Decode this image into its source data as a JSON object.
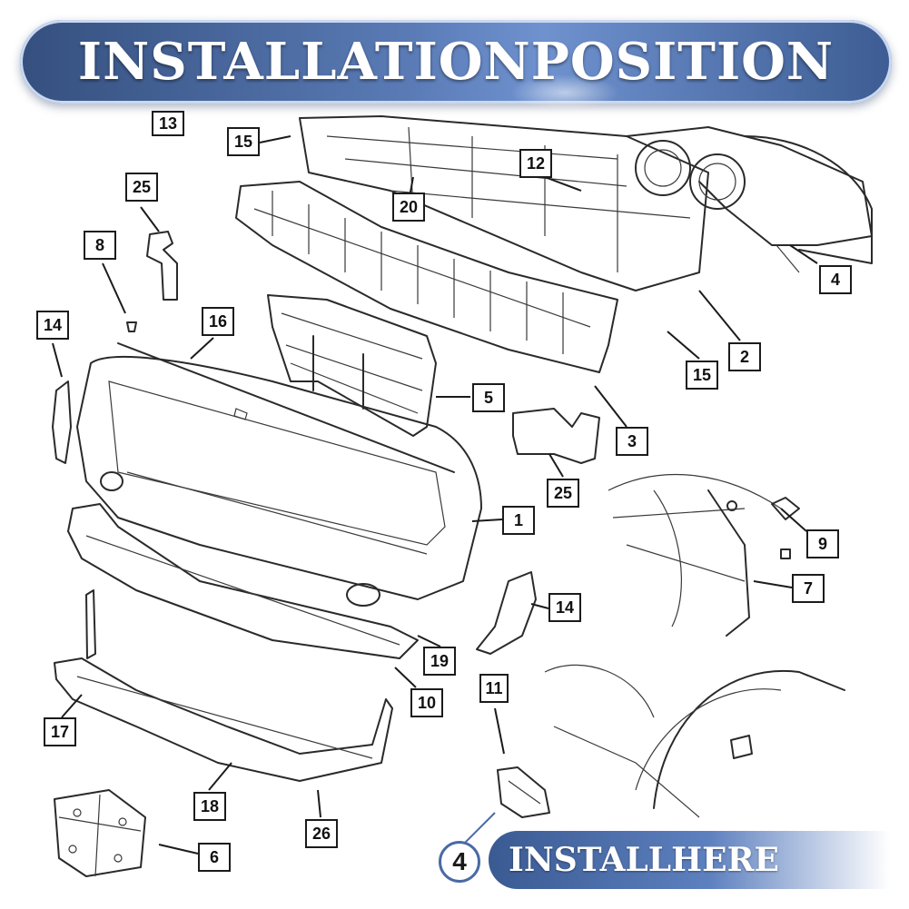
{
  "header": {
    "title": "INSTALLATIONPOSITION"
  },
  "labels": [
    "13",
    "15",
    "12",
    "25",
    "20",
    "8",
    "4",
    "14",
    "16",
    "2",
    "15",
    "5",
    "3",
    "25",
    "1",
    "9",
    "7",
    "14",
    "19",
    "11",
    "10",
    "17",
    "18",
    "26",
    "6"
  ],
  "callout": {
    "number": "4",
    "text": "INSTALLHERE"
  },
  "colors": {
    "accent": "#4a6aa6",
    "banner": "#4f6fa8"
  }
}
